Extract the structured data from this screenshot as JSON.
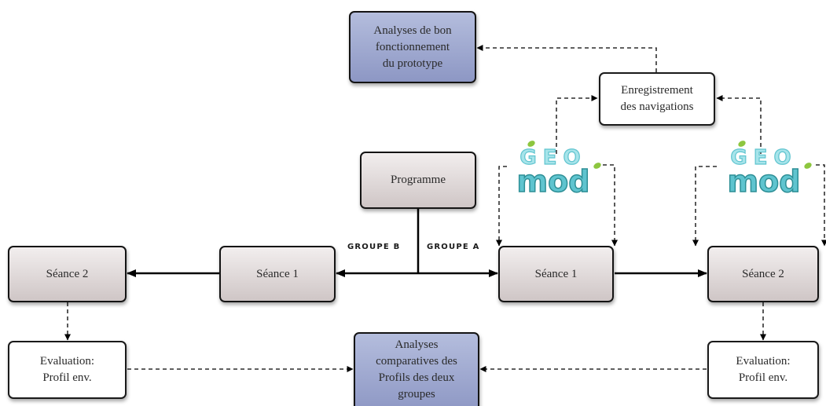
{
  "nodes": {
    "analyses_fonctionnement": [
      "Analyses de bon",
      "fonctionnement",
      "du prototype"
    ],
    "enregistrement": [
      "Enregistrement",
      "des navigations"
    ],
    "programme": "Programme",
    "seance2_left": "Séance 2",
    "seance1_left": "Séance 1",
    "seance1_right": "Séance 1",
    "seance2_right": "Séance 2",
    "evaluation_left": [
      "Evaluation:",
      "Profil env."
    ],
    "evaluation_right": [
      "Evaluation:",
      "Profil env."
    ],
    "analyses_comparatives": [
      "Analyses",
      "comparatives des",
      "Profils des deux",
      "groupes"
    ]
  },
  "labels": {
    "groupe_b": "Groupe B",
    "groupe_a": "Groupe A"
  },
  "logo": {
    "top_word": "GEO",
    "bottom_word": "mod"
  },
  "colors": {
    "grey_box": "#d9d2d2",
    "blue_box": "#9ba5cf",
    "logo_teal": "#5fc4cf",
    "logo_dark": "#2e8f96",
    "leaf_green": "#8dc63f"
  }
}
